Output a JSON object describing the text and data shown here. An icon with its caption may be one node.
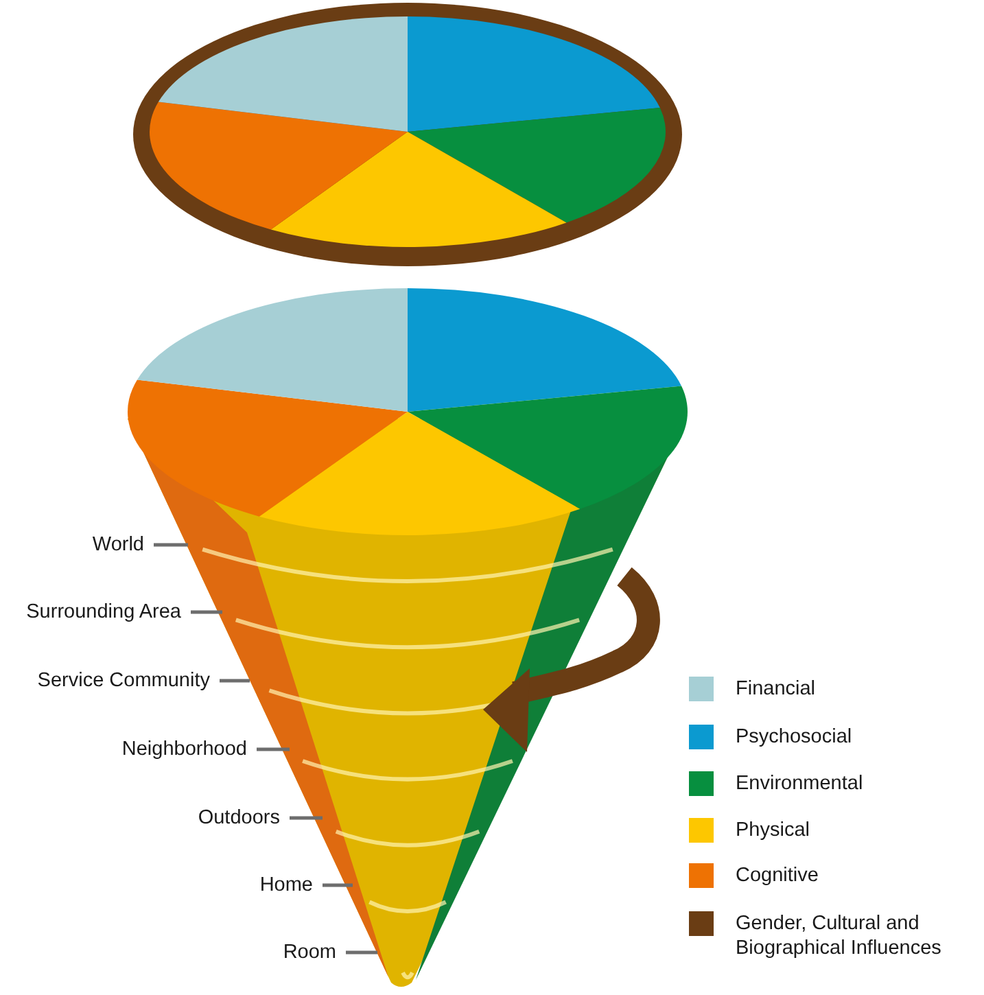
{
  "diagram": {
    "nodes": [
      {
        "text": [
          "World"
        ]
      },
      {
        "text": [
          "Surrounding Area"
        ]
      },
      {
        "text": [
          "Service Community"
        ]
      },
      {
        "text": [
          "Neighborhood"
        ]
      },
      {
        "text": [
          "Outdoors"
        ]
      },
      {
        "text": [
          "Home"
        ]
      },
      {
        "text": [
          "Room"
        ]
      }
    ],
    "edges": [
      {
        "from": 0,
        "to": null,
        "arrow": "none"
      },
      {
        "from": 1,
        "to": null,
        "arrow": "none"
      },
      {
        "from": 2,
        "to": null,
        "arrow": "none"
      },
      {
        "from": 3,
        "to": null,
        "arrow": "none"
      },
      {
        "from": 4,
        "to": null,
        "arrow": "none"
      },
      {
        "from": 5,
        "to": null,
        "arrow": "none"
      },
      {
        "from": 6,
        "to": null,
        "arrow": "none"
      }
    ],
    "legend": [
      {
        "text": "Financial",
        "color": "#a6cfd5"
      },
      {
        "text": "Psychosocial",
        "color": "#0b9ad0"
      },
      {
        "text": "Environmental",
        "color": "#078f3f"
      },
      {
        "text": "Physical",
        "color": "#fdc700"
      },
      {
        "text": "Cognitive",
        "color": "#ee7203"
      },
      {
        "text": "Gender, Cultural and Biographical Influences",
        "color": "#6a3d14"
      }
    ]
  }
}
